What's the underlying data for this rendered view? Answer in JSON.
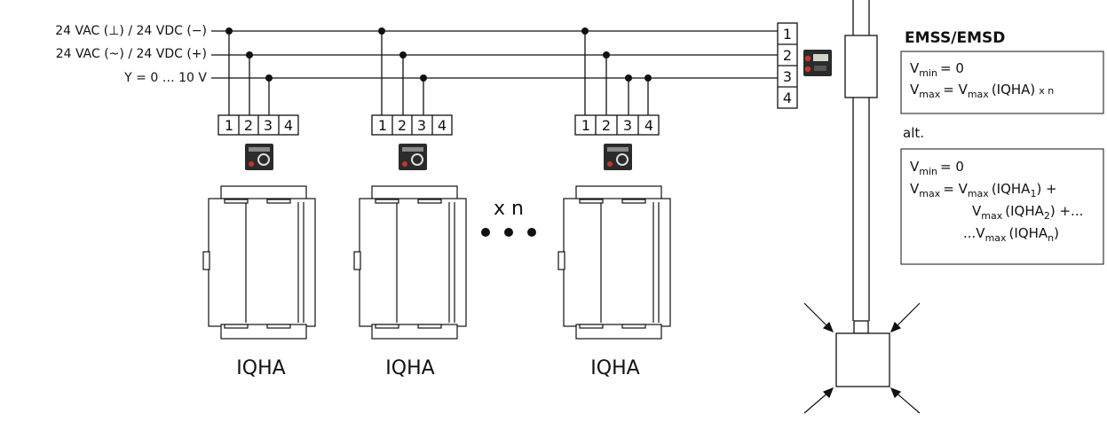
{
  "wires": {
    "line1": "24 VAC (⊥) / 24 VDC (−)",
    "line2": "24 VAC (~) / 24 VDC (+)",
    "line3": "Y = 0 … 10 V"
  },
  "controller_terminals": [
    "1",
    "2",
    "3",
    "4"
  ],
  "units": [
    {
      "label": "IQHA",
      "terminals": [
        "1",
        "2",
        "3",
        "4"
      ]
    },
    {
      "label": "IQHA",
      "terminals": [
        "1",
        "2",
        "3",
        "4"
      ]
    },
    {
      "label": "IQHA",
      "terminals": [
        "1",
        "2",
        "3",
        "4"
      ]
    }
  ],
  "multiplier": "x n",
  "panel": {
    "title": "EMSS/EMSD",
    "box1": {
      "vmin": "= 0",
      "vmax": "= V",
      "vmax_tail": "(IQHA)",
      "times": "x n"
    },
    "alt_label": "alt.",
    "box2": {
      "vmin": "= 0",
      "line1": "(IQHA",
      "line1_sub": "1",
      "line1_tail": ") +",
      "line2": "(IQHA",
      "line2_sub": "2",
      "line2_tail": ") +...",
      "line3_prefix": "...V",
      "line3": "(IQHA",
      "line3_sub": "n",
      "line3_tail": ")"
    },
    "V": "V",
    "sub_min": "min",
    "sub_max": "max"
  }
}
